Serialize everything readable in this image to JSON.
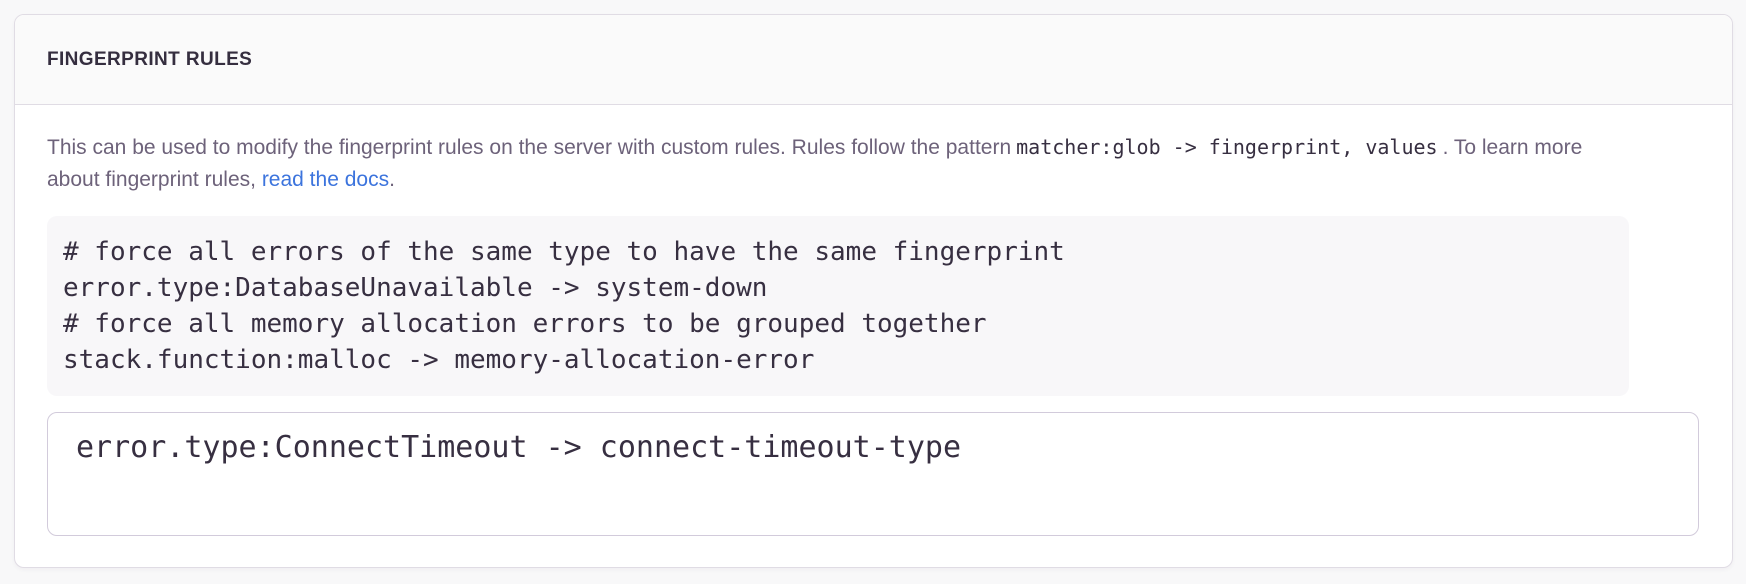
{
  "panel": {
    "title": "FINGERPRINT RULES",
    "help": {
      "text_before_code": "This can be used to modify the fingerprint rules on the server with custom rules. Rules follow the pattern",
      "inline_code": "matcher:glob -> fingerprint, values",
      "text_after_code": ". To learn more about fingerprint rules,",
      "link_label": "read the docs",
      "text_after_link": "."
    },
    "example": {
      "lines": [
        "# force all errors of the same type to have the same fingerprint",
        "error.type:DatabaseUnavailable -> system-down",
        "# force all memory allocation errors to be grouped together",
        "stack.function:malloc -> memory-allocation-error"
      ]
    },
    "editor": {
      "value": "error.type:ConnectTimeout -> connect-timeout-type"
    }
  },
  "colors": {
    "page-bg": "#f8f8f9",
    "panel-border": "#e0dce4",
    "header-bg": "#fafafa",
    "title-text": "#352e3f",
    "help-text": "#6d627a",
    "code-text": "#372f41",
    "pre-bg": "#f8f7f9",
    "input-border": "#d2cbdb",
    "link": "#3c74dd"
  }
}
